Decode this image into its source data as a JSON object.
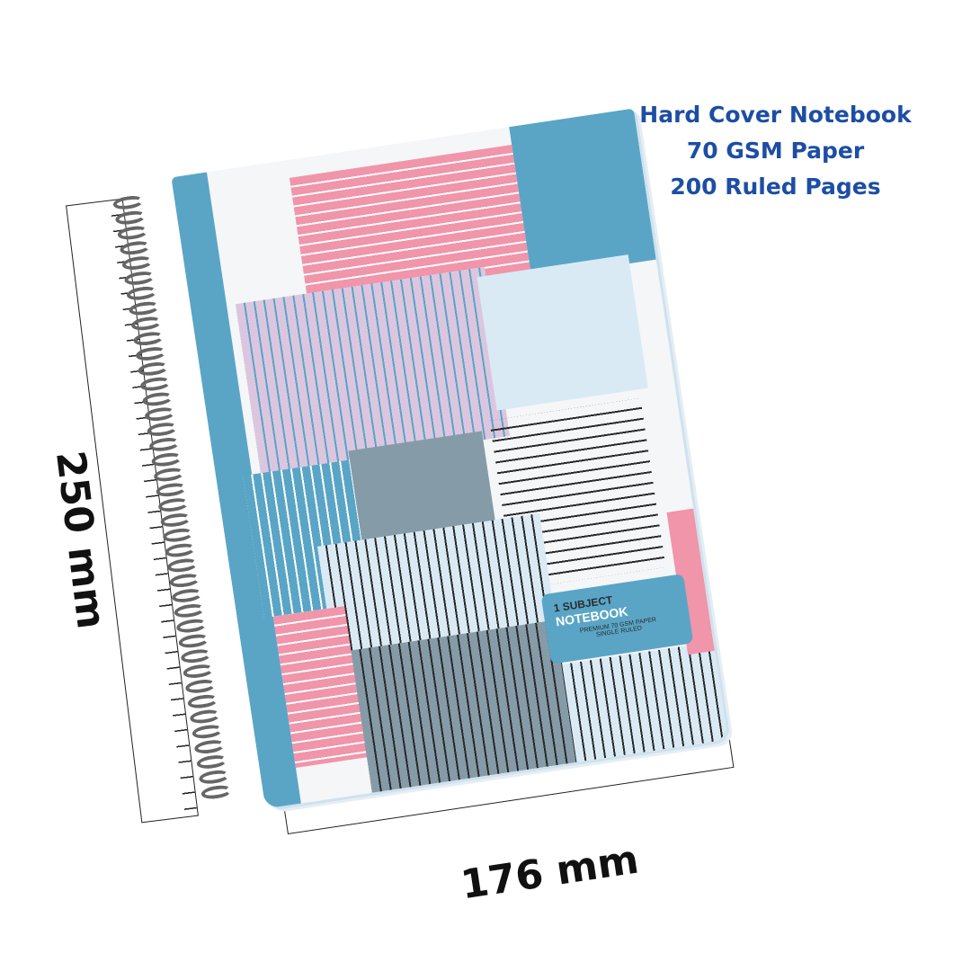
{
  "info": {
    "line1": "Hard Cover Notebook",
    "line2": "70 GSM Paper",
    "line3": "200 Ruled Pages"
  },
  "cover_label": {
    "line1": "1 SUBJECT",
    "line2": "NOTEBOOK",
    "line3": "PREMIUM 70 GSM PAPER",
    "line4": "SINGLE RULED"
  },
  "dimensions": {
    "height": "250 mm",
    "width": "176 mm"
  },
  "colors": {
    "blue": "#5aa5c6",
    "pink": "#f095aa",
    "lilac": "#dcc6df",
    "grey": "#869ba8",
    "pale": "#d9eaf5",
    "title": "#1d4ea3"
  }
}
